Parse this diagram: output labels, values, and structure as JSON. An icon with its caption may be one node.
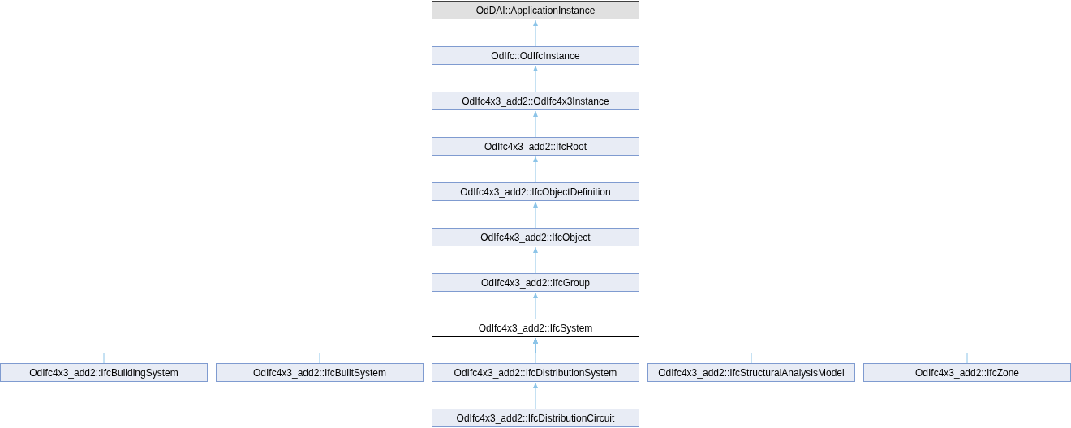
{
  "diagram": {
    "nodes": [
      {
        "text": [
          "OdDAI::ApplicationInstance"
        ]
      },
      {
        "text": [
          "OdIfc::OdIfcInstance"
        ]
      },
      {
        "text": [
          "OdIfc4x3_add2::OdIfc4x3Instance"
        ]
      },
      {
        "text": [
          "OdIfc4x3_add2::IfcRoot"
        ]
      },
      {
        "text": [
          "OdIfc4x3_add2::IfcObjectDefinition"
        ]
      },
      {
        "text": [
          "OdIfc4x3_add2::IfcObject"
        ]
      },
      {
        "text": [
          "OdIfc4x3_add2::IfcGroup"
        ]
      },
      {
        "text": [
          "OdIfc4x3_add2::IfcSystem"
        ]
      },
      {
        "text": [
          "OdIfc4x3_add2::IfcBuildingSystem"
        ]
      },
      {
        "text": [
          "OdIfc4x3_add2::IfcBuiltSystem"
        ]
      },
      {
        "text": [
          "OdIfc4x3_add2::IfcDistributionSystem"
        ]
      },
      {
        "text": [
          "OdIfc4x3_add2::IfcStructuralAnalysisModel"
        ]
      },
      {
        "text": [
          "OdIfc4x3_add2::IfcZone"
        ]
      },
      {
        "text": [
          "OdIfc4x3_add2::IfcDistributionCircuit"
        ]
      }
    ],
    "edges": [
      {
        "from": 1,
        "to": 0,
        "arrow": "to"
      },
      {
        "from": 2,
        "to": 1,
        "arrow": "to"
      },
      {
        "from": 3,
        "to": 2,
        "arrow": "to"
      },
      {
        "from": 4,
        "to": 3,
        "arrow": "to"
      },
      {
        "from": 5,
        "to": 4,
        "arrow": "to"
      },
      {
        "from": 6,
        "to": 5,
        "arrow": "to"
      },
      {
        "from": 7,
        "to": 6,
        "arrow": "to"
      },
      {
        "from": 8,
        "to": 7,
        "arrow": "to"
      },
      {
        "from": 9,
        "to": 7,
        "arrow": "to"
      },
      {
        "from": 10,
        "to": 7,
        "arrow": "to"
      },
      {
        "from": 11,
        "to": 7,
        "arrow": "to"
      },
      {
        "from": 12,
        "to": 7,
        "arrow": "to"
      },
      {
        "from": 13,
        "to": 10,
        "arrow": "to"
      }
    ]
  }
}
